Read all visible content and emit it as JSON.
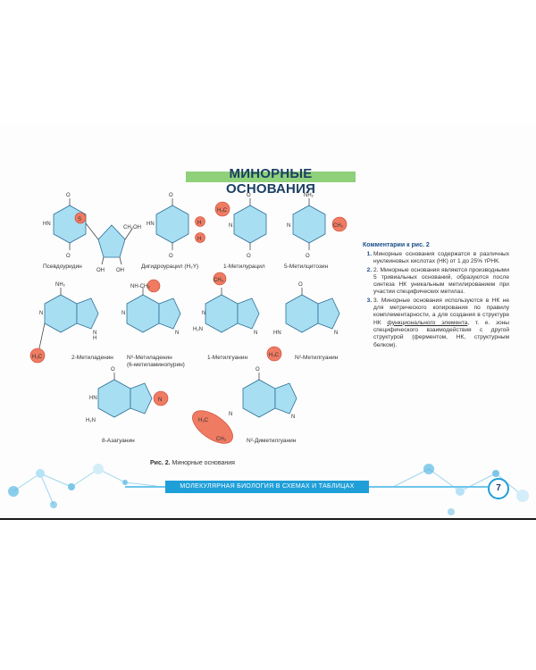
{
  "page": {
    "title": "МИНОРНЫЕ ОСНОВАНИЯ",
    "page_number": "7",
    "footer_text": "МОЛЕКУЛЯРНАЯ БИОЛОГИЯ В СХЕМАХ И ТАБЛИЦАХ"
  },
  "figure": {
    "caption_label": "Рис. 2.",
    "caption_text": "Минорные основания",
    "molecules": [
      {
        "name": "Псевдоуридин"
      },
      {
        "name": "Дигидроурацил (H₂Y)"
      },
      {
        "name": "1-Метилурацил"
      },
      {
        "name": "5-Метилцитозин"
      },
      {
        "name": "2-Метиладенин"
      },
      {
        "name": "N⁶-Метиладенин"
      },
      {
        "name": "(6-метиламинопурин)"
      },
      {
        "name": "1-Метилгуанин"
      },
      {
        "name": "N²-Метилгуанин"
      },
      {
        "name": "8-Азагуанин"
      },
      {
        "name": "N²-Диметилгуанин"
      }
    ],
    "atoms": {
      "O": "O",
      "N": "N",
      "H": "H",
      "HN": "HN",
      "NH": "NH",
      "NH2": "NH₂",
      "H2N": "H₂N",
      "CH2OH": "CH₂OH",
      "OH": "OH",
      "H3C": "H₃C",
      "CH3": "CH₃",
      "S": "S",
      "NHCH3": "NH-CH₃"
    }
  },
  "comments": {
    "heading": "Комментарии к рис. 2",
    "items": [
      "Минорные основания содержатся в различных нуклеиновых кислотах (НК) от 1 до 25% тРНК.",
      "2. Минорные основания являются производными 5 тривиальных оснований, образуются после синтеза НК уникальным метилированием при участии специфических метилаз.",
      "3. Минорные основания используются в НК не для метрического копирования по правилу комплементарности, а для создания в структуре НК"
    ],
    "item3_link": "функционального элемента",
    "item3_tail": ", т. е. зоны специфического взаимодействия с другой структурой (ферментом, НК, структурным белком)."
  },
  "colors": {
    "ring_fill": "#a8def2",
    "ring_stroke": "#2a6f97",
    "methyl_fill": "#ef7b63",
    "title_bar": "#8fd07a",
    "footer": "#1f9fd8"
  }
}
